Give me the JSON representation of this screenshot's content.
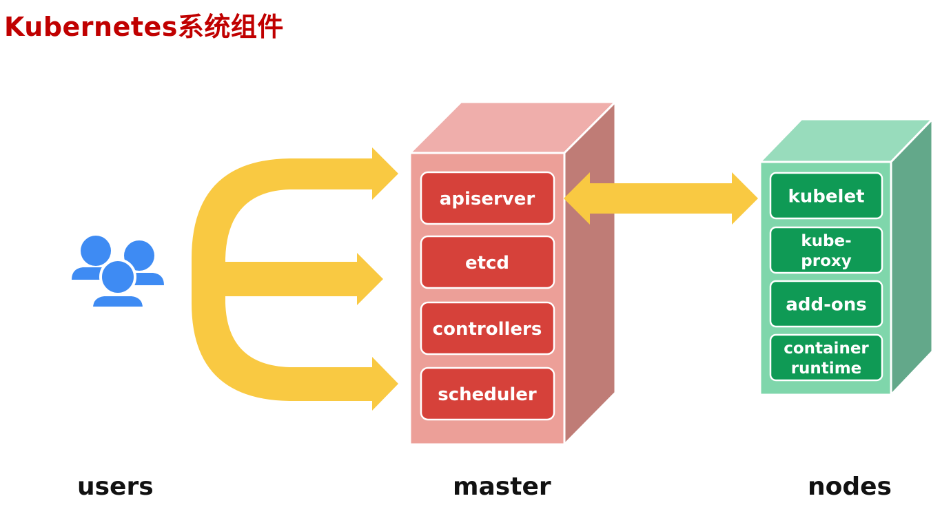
{
  "title": "Kubernetes系统组件",
  "labels": {
    "users": "users",
    "master": "master",
    "nodes": "nodes"
  },
  "master_components": [
    "apiserver",
    "etcd",
    "controllers",
    "scheduler"
  ],
  "node_components": [
    [
      "kubelet"
    ],
    [
      "kube-",
      "proxy"
    ],
    [
      "add-ons"
    ],
    [
      "container",
      "runtime"
    ]
  ],
  "colors": {
    "title": "#c00000",
    "arrow": "#f9c942",
    "users_icon": "#3e8bf3",
    "master_front": "#ec9f98",
    "master_top": "#efaeab",
    "master_side": "#bf7c76",
    "master_component": "#d6413a",
    "node_front": "#7fd6ab",
    "node_top": "#98dcbc",
    "node_side": "#63a88a",
    "node_component": "#0f9a55"
  }
}
